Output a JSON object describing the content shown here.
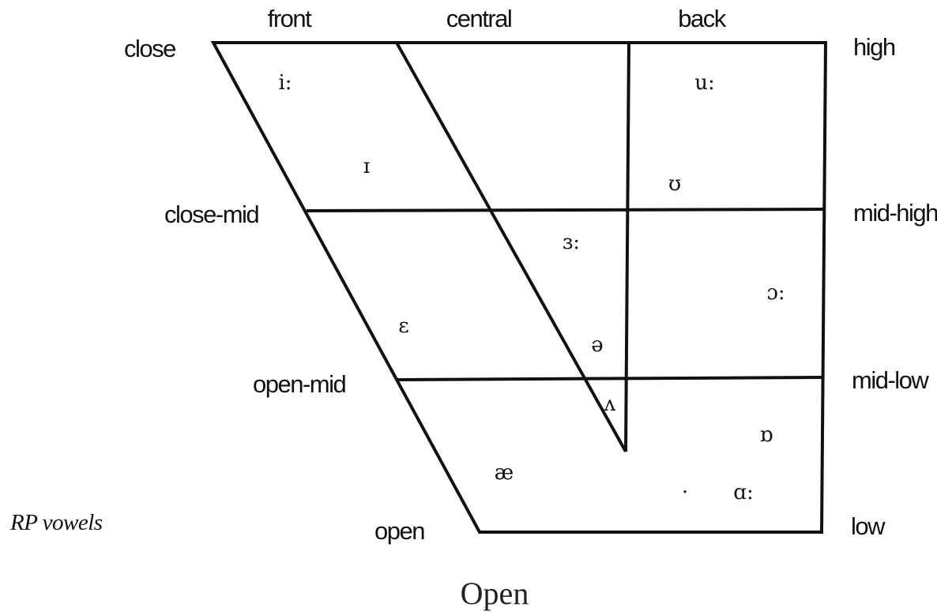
{
  "columns": {
    "front": "front",
    "central": "central",
    "back": "back"
  },
  "heights_left": {
    "close": "close",
    "close_mid": "close-mid",
    "open_mid": "open-mid",
    "open": "open"
  },
  "heights_right": {
    "high": "high",
    "mid_high": "mid-high",
    "mid_low": "mid-low",
    "low": "low"
  },
  "vowels": {
    "i_long": "i:",
    "u_long": "u:",
    "small_i": "ɪ",
    "upsilon": "ʊ",
    "er_long": "ɜ:",
    "aw_long": "ɔ:",
    "epsilon": "ɛ",
    "schwa": "ə",
    "wedge": "ʌ",
    "turned_a": "ɒ",
    "ash": "æ",
    "ah_long": "ɑ:",
    "dot": "·"
  },
  "caption": "RP vowels",
  "footer_text": "Open",
  "colors": {
    "line": "#111111",
    "text": "#111111",
    "background": "#ffffff"
  }
}
